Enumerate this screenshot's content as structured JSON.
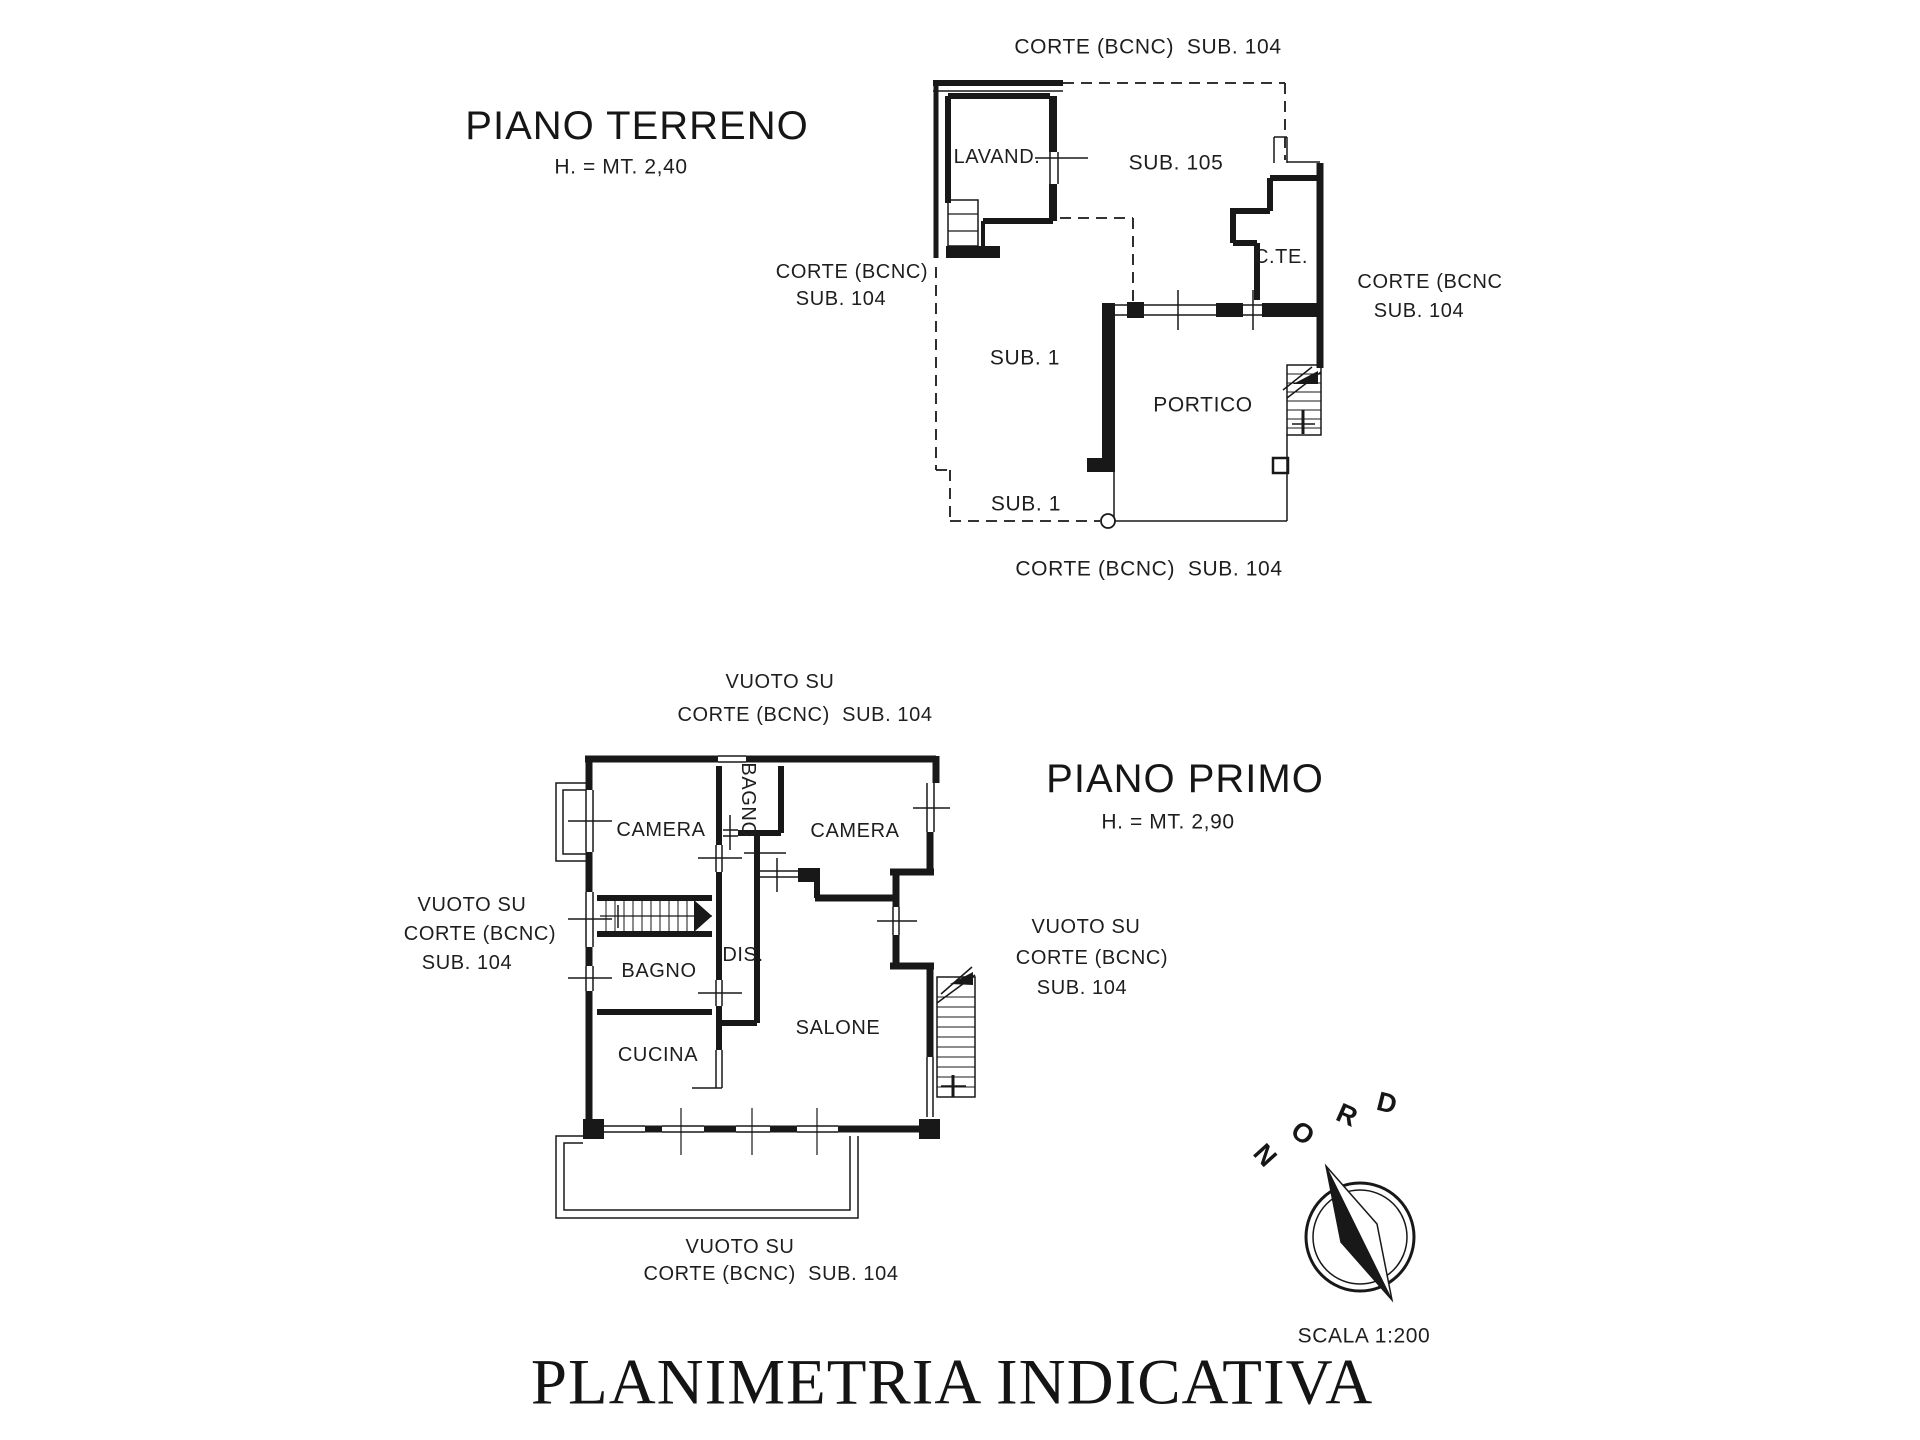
{
  "document": {
    "footer_title": "PLANIMETRIA INDICATIVA",
    "scale_note": "SCALA 1:200"
  },
  "ground_floor": {
    "title": "PIANO TERRENO",
    "height_note": "H. = MT. 2,40",
    "rooms": {
      "lavanderia": "LAVAND.",
      "sub105": "SUB. 105",
      "cte": "C.TE.",
      "sub1": "SUB. 1",
      "portico": "PORTICO",
      "sub1_lower": "SUB. 1"
    },
    "boundaries": {
      "top": "CORTE (BCNC)  SUB. 104",
      "left_line1": "CORTE (BCNC)",
      "left_line2": "SUB. 104",
      "right_line1": "CORTE (BCNC",
      "right_line2": "SUB. 104",
      "bottom": "CORTE (BCNC)  SUB. 104"
    }
  },
  "first_floor": {
    "title": "PIANO PRIMO",
    "height_note": "H. = MT. 2,90",
    "rooms": {
      "camera_left": "CAMERA",
      "bagno_top": "BAGNO",
      "camera_right": "CAMERA",
      "bagno_left": "BAGNO",
      "dis": "DIS.",
      "cucina": "CUCINA",
      "salone": "SALONE"
    },
    "boundaries": {
      "top_line1": "VUOTO SU",
      "top_line2": "CORTE (BCNC)  SUB. 104",
      "left_line1": "VUOTO SU",
      "left_line2": "CORTE (BCNC)",
      "left_line3": "SUB. 104",
      "right_line1": "VUOTO SU",
      "right_line2": "CORTE (BCNC)",
      "right_line3": "SUB. 104",
      "bottom_line1": "VUOTO SU",
      "bottom_line2": "CORTE (BCNC)  SUB. 104"
    }
  },
  "compass": {
    "label": "NORD",
    "letters": [
      "N",
      "O",
      "R",
      "D"
    ]
  }
}
